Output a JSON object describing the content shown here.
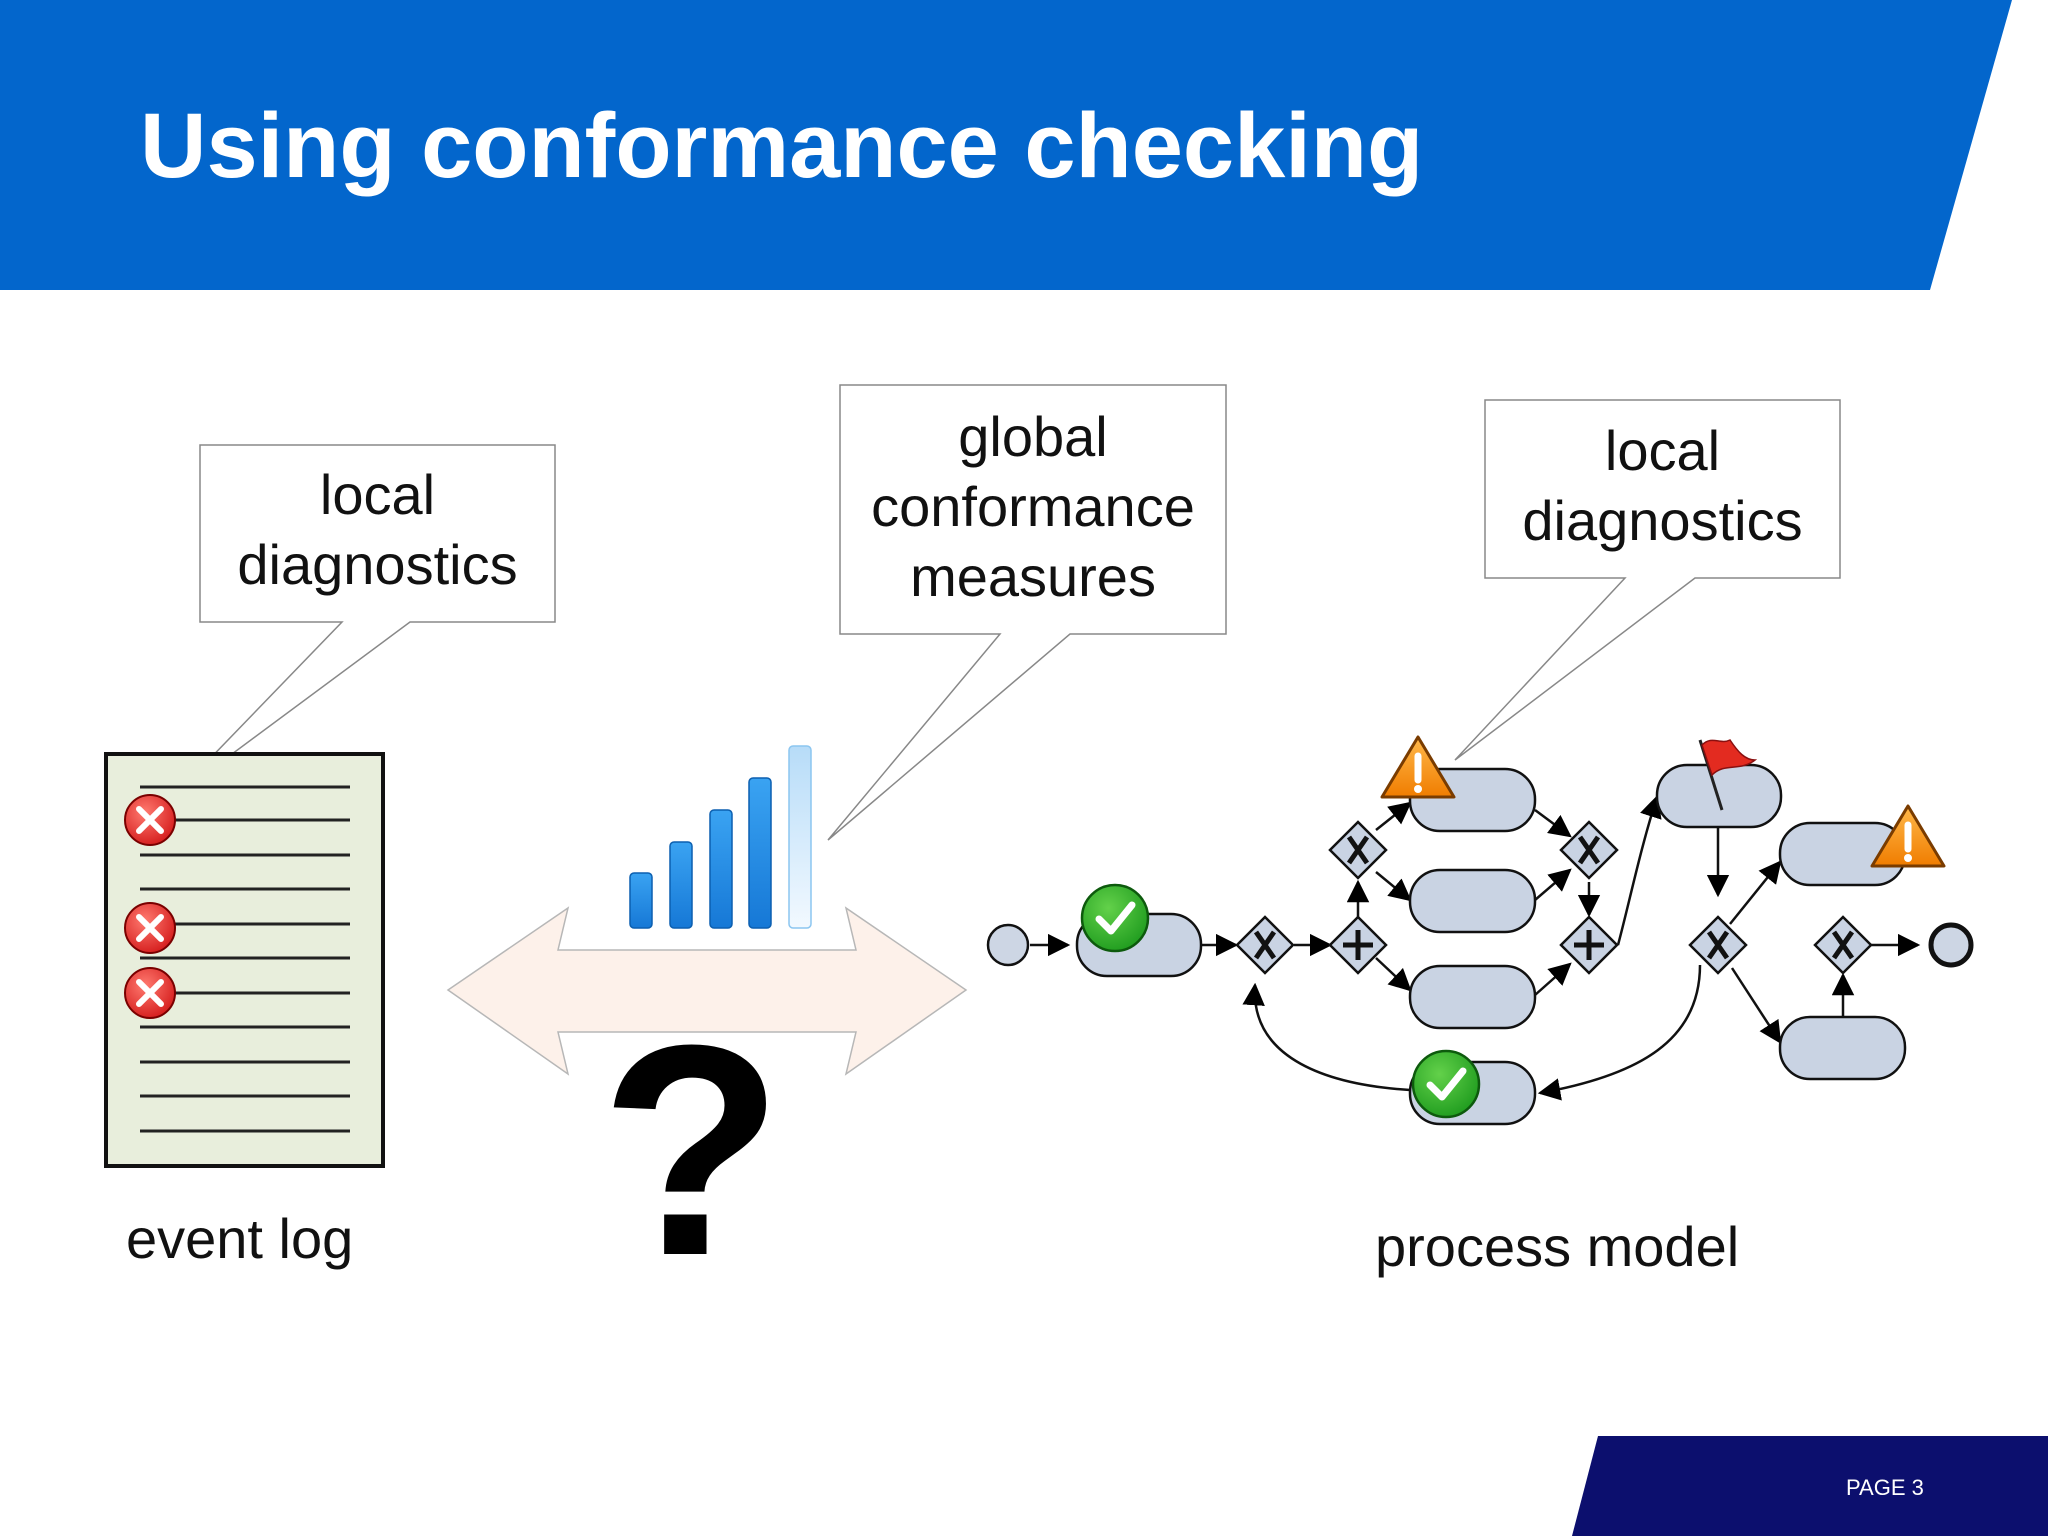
{
  "slide": {
    "title": "Using conformance checking",
    "page_label": "PAGE 3",
    "colors": {
      "header": "#0366cc",
      "footer": "#0c0f6e"
    }
  },
  "callouts": {
    "left": {
      "line1": "local",
      "line2": "diagnostics"
    },
    "center": {
      "line1": "global",
      "line2": "conformance",
      "line3": "measures"
    },
    "right": {
      "line1": "local",
      "line2": "diagnostics"
    }
  },
  "captions": {
    "event_log": "event log",
    "process_model": "process model",
    "question": "?"
  },
  "icons": [
    "error-icon",
    "bar-chart-icon",
    "double-arrow",
    "warning-icon",
    "check-icon",
    "flag-icon",
    "xor-gateway",
    "and-gateway"
  ],
  "bar_chart": {
    "relative_heights": [
      0.36,
      0.5,
      0.64,
      0.82,
      1.0
    ],
    "colors": [
      "#1a8ee8",
      "#dcefff"
    ]
  }
}
